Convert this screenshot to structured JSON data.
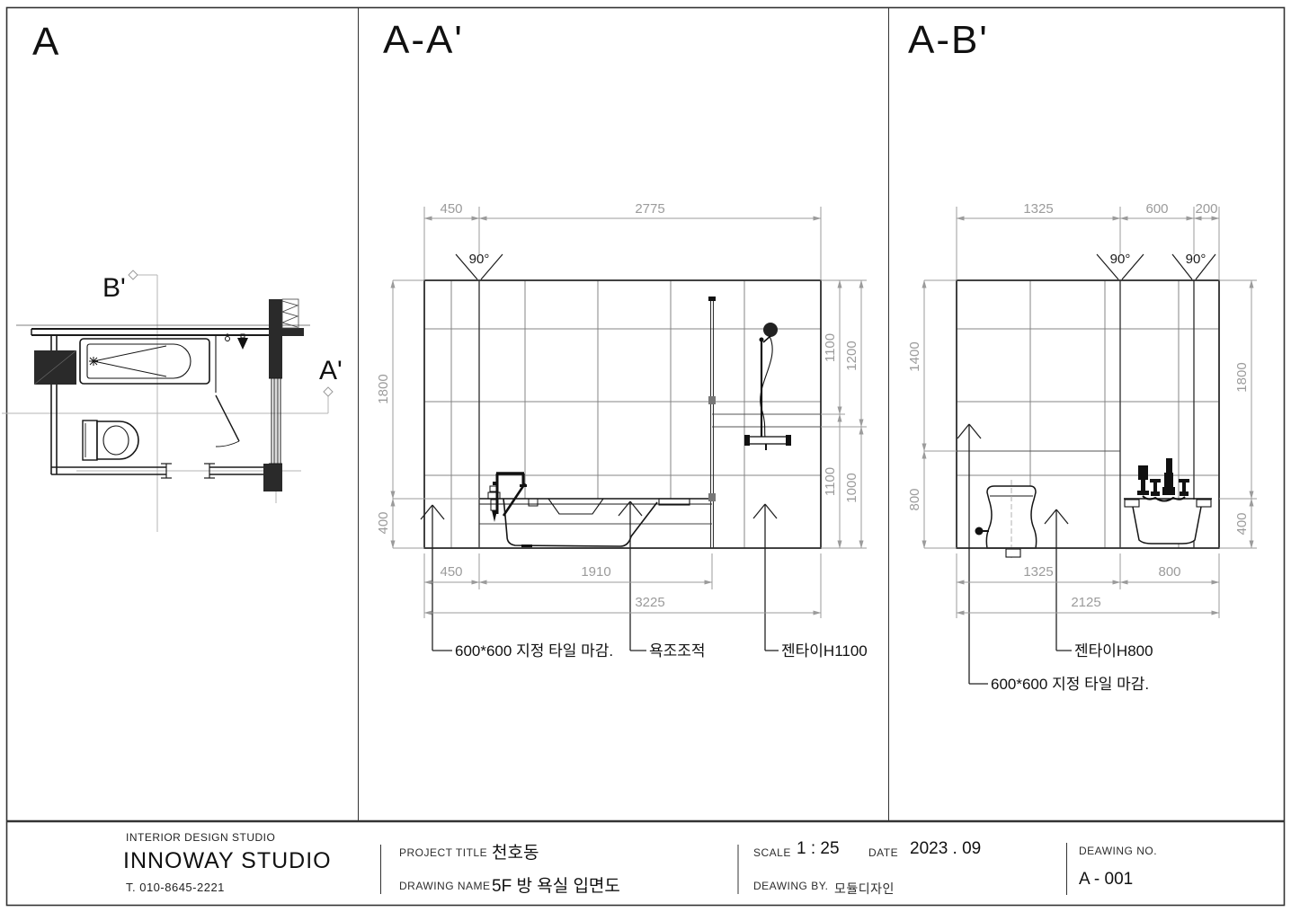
{
  "panels": {
    "plan": {
      "title": "A",
      "section_marker_b": "B'",
      "section_marker_a": "A'"
    },
    "aa": {
      "title": "A-A'",
      "angle_label": "90°",
      "dim_top_left": "450",
      "dim_top_right": "2775",
      "dim_left_upper": "1800",
      "dim_left_lower": "400",
      "dim_right_inner_upper": "1100",
      "dim_right_outer_upper": "1200",
      "dim_right_inner_lower": "1100",
      "dim_right_outer_lower": "1000",
      "dim_bottom_left": "450",
      "dim_bottom_mid": "1910",
      "dim_bottom_total": "3225",
      "label_tile": "600*600 지정 타일 마감.",
      "label_tub": "욕조조적",
      "label_jendai": "젠타이H1100"
    },
    "ab": {
      "title": "A-B'",
      "angle_label_1": "90°",
      "angle_label_2": "90°",
      "dim_top_1": "1325",
      "dim_top_2": "600",
      "dim_top_3": "200",
      "dim_left_upper": "1400",
      "dim_left_lower": "800",
      "dim_right_upper": "1800",
      "dim_right_lower": "400",
      "dim_bottom_1": "1325",
      "dim_bottom_2": "800",
      "dim_bottom_total": "2125",
      "label_jendai": "젠타이H800",
      "label_tile": "600*600 지정 타일 마감."
    }
  },
  "titleblock": {
    "studio_tagline": "INTERIOR DESIGN STUDIO",
    "studio_name": "INNOWAY STUDIO",
    "studio_phone": "T. 010-8645-2221",
    "project_title_label": "PROJECT TITLE",
    "project_title": "천호동",
    "drawing_name_label": "DRAWING NAME",
    "drawing_name": "5F 방 욕실 입면도",
    "scale_label": "SCALE",
    "scale": "1 : 25",
    "date_label": "DATE",
    "date": "2023 . 09",
    "drawn_by_label": "DEAWING BY.",
    "drawn_by": "모듈디자인",
    "drawing_no_label": "DEAWING NO.",
    "drawing_no": "A - 001"
  },
  "colors": {
    "wall_line": "#2e2e2e",
    "tile_line": "#848484",
    "dim_line": "#9b9b9b",
    "object_line": "#151515",
    "centerline": "#b5b5b5"
  }
}
